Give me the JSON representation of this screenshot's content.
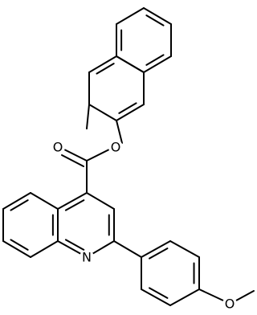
{
  "atoms": [
    {
      "id": "o_ester_carbonyl",
      "label": "O"
    },
    {
      "id": "o_ester_link",
      "label": "O"
    },
    {
      "id": "n_quinoline",
      "label": "N"
    },
    {
      "id": "o_methoxy",
      "label": "O"
    }
  ]
}
